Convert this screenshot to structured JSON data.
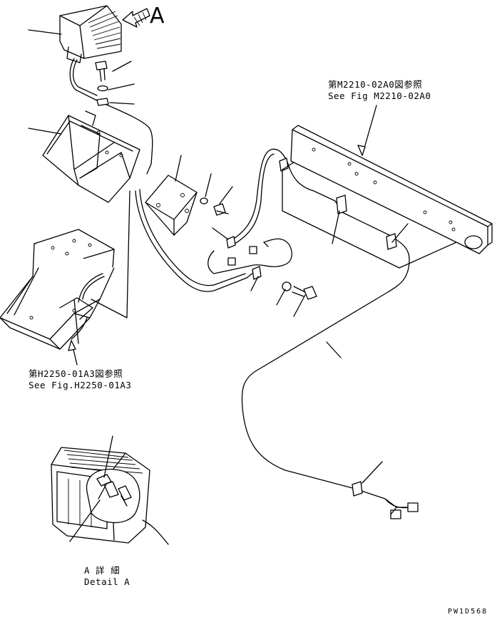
{
  "view_arrow": {
    "letter": "A"
  },
  "references": {
    "upper": {
      "line1": "第M2210-02A0図参照",
      "line2": "See Fig M2210-02A0"
    },
    "lower": {
      "line1": "第H2250-01A3図参照",
      "line2": "See Fig.H2250-01A3"
    }
  },
  "detail": {
    "line1": "A 詳 細",
    "line2": "Detail A"
  },
  "drawing_code": "PW1D568"
}
